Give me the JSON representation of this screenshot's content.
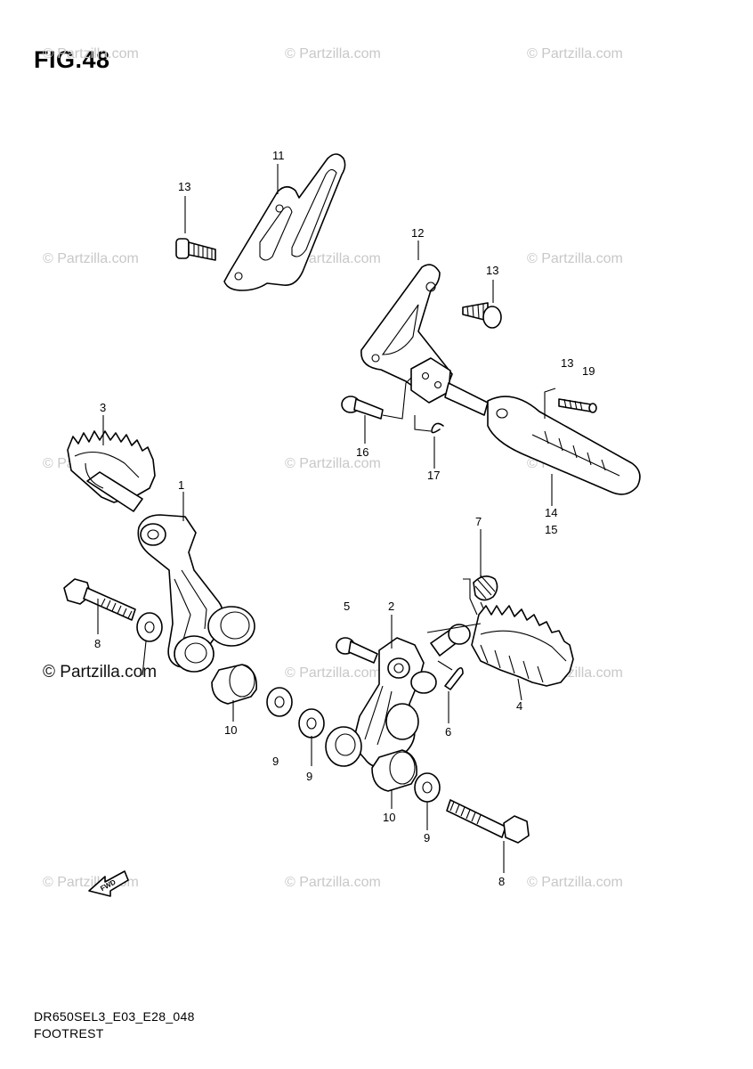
{
  "figure": {
    "title": "FIG.48"
  },
  "watermark": {
    "text": "© Partzilla.com"
  },
  "callouts": {
    "c11": "11",
    "c13a": "13",
    "c12": "12",
    "c13b": "13",
    "c13c": "13",
    "c19": "19",
    "c3": "3",
    "c1": "1",
    "c16": "16",
    "c17": "17",
    "c14": "14",
    "c15": "15",
    "c7": "7",
    "c5": "5",
    "c2": "2",
    "c8a": "8",
    "c10a": "10",
    "c9a": "9",
    "c9b": "9",
    "c6": "6",
    "c4": "4",
    "c10b": "10",
    "c9c": "9",
    "c8b": "8"
  },
  "fwd_arrow": {
    "label": "FWD"
  },
  "footer": {
    "code": "DR650SEL3_E03_E28_048",
    "name": "FOOTREST"
  }
}
